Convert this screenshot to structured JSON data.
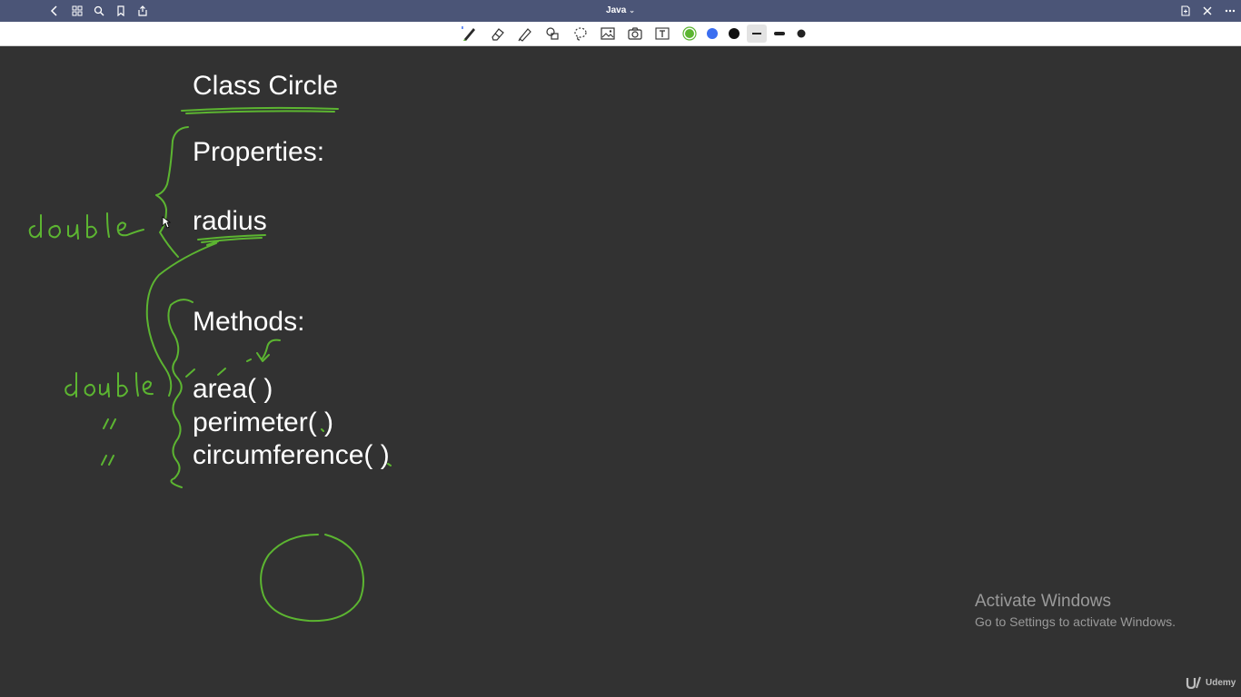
{
  "titlebar": {
    "doc_title": "Java",
    "icons": [
      "back-icon",
      "grid-icon",
      "search-icon",
      "bookmark-icon",
      "share-icon",
      "add-page-icon",
      "close-icon",
      "more-icon"
    ]
  },
  "toolbar": {
    "tools": [
      "pen-tool",
      "eraser-tool",
      "highlighter-tool",
      "shapes-tool",
      "lasso-tool",
      "image-tool",
      "camera-tool",
      "text-tool"
    ],
    "colors": [
      "#5cb531",
      "#3b6ef0",
      "#111111"
    ],
    "stroke_widths": [
      "thin",
      "medium",
      "thick"
    ],
    "selected_color": "#5cb531",
    "selected_width": "thin"
  },
  "note": {
    "class_title": "Class Circle",
    "properties_label": "Properties:",
    "property_radius": "radius",
    "methods_label": "Methods:",
    "method_area": "area( )",
    "method_perimeter": "perimeter( )",
    "method_circumference": "circumference( )",
    "handwriting_double_1": "double",
    "handwriting_double_2": "double",
    "handwriting_ditto_1": "”",
    "handwriting_ditto_2": "”",
    "ink_color": "#5cb531"
  },
  "watermark": {
    "title": "Activate Windows",
    "subtitle": "Go to Settings to activate Windows."
  },
  "branding": {
    "logo_text": "Udemy"
  }
}
